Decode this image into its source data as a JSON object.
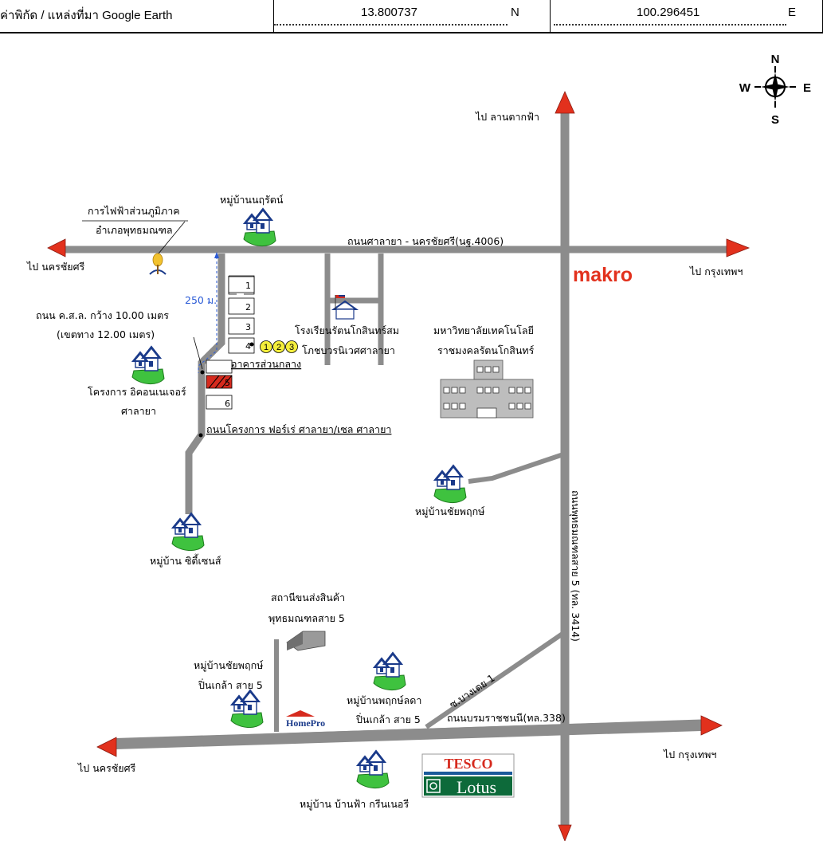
{
  "header": {
    "label": "ค่าพิกัด / แหล่งที่มา Google Earth",
    "lat": "13.800737",
    "lat_dir": "N",
    "lon": "100.296451",
    "lon_dir": "E"
  },
  "compass": {
    "n": "N",
    "s": "S",
    "w": "W",
    "e": "E"
  },
  "roads": {
    "top_road": "ถนนศาลายา - นครชัยศรี(นฐ.4006)",
    "vertical_road": "ถนนพุทธมณฑลสาย 5 (ทล. 3414)",
    "bottom_road": "ถนนบรมราชชนนี(ทล.338)",
    "soi": "ซ.บางเตย 1",
    "project_road": "ถนนโครงการ ฟอร์เร่ ศาลายา/เซล ศาลายา",
    "ksl_road_line1": "ถนน ค.ส.ล. กว้าง 10.00 เมตร",
    "ksl_road_line2": "(เขตทาง 12.00 เมตร)",
    "distance": "250 ม."
  },
  "directions": {
    "top_left": "ไป นครชัยศรี",
    "top_right": "ไป กรุงเทพฯ",
    "top": "ไป ลานตากฟ้า",
    "bottom_left": "ไป นครชัยศรี",
    "bottom_right": "ไป กรุงเทพฯ"
  },
  "places": {
    "pea_line1": "การไฟฟ้าส่วนภูมิภาค",
    "pea_line2": "อำเภอพุทธมณฑล",
    "village_nanthurat": "หมู่บ้านนฤรัตน์",
    "makro": "makro",
    "school_line1": "โรงเรียนรัตนโกสินทร์สม",
    "school_line2": "โภชบวรนิเวศศาลายา",
    "univ_line1": "มหาวิทยาลัยเทคโนโลยี",
    "univ_line2": "ราชมงคลรัตนโกสินทร์",
    "central_building": "อาคารส่วนกลาง",
    "icon_condo_line1": "โครงการ อิคอนเนเจอร์",
    "icon_condo_line2": "ศาลายา",
    "village_chaiyaphruek": "หมู่บ้านชัยพฤกษ์",
    "village_citizen": "หมู่บ้าน ซิตี้เซนส์",
    "station_line1": "สถานีขนส่งสินค้า",
    "station_line2": "พุทธมณฑลสาย 5",
    "chaiyaphruek_pk_line1": "หมู่บ้านชัยพฤกษ์",
    "chaiyaphruek_pk_line2": "ปิ่นเกล้า สาย 5",
    "phrueklada_line1": "หมู่บ้านพฤกษ์ลดา",
    "phrueklada_line2": "ปิ่นเกล้า สาย 5",
    "homepro": "HomePro",
    "tesco": "TESCO",
    "lotus": "Lotus",
    "banfa_green": "หมู่บ้าน บ้านฟ้า กรีนเนอรี"
  },
  "plots": [
    "1",
    "2",
    "3",
    "4",
    "5",
    "6"
  ],
  "markers": [
    "1",
    "2",
    "3"
  ],
  "colors": {
    "road": "#8c8c8c",
    "arrow": "#e2311d",
    "highlight": "#d62a1e",
    "marker": "#f4ee3c",
    "grass": "#3fc23f"
  }
}
